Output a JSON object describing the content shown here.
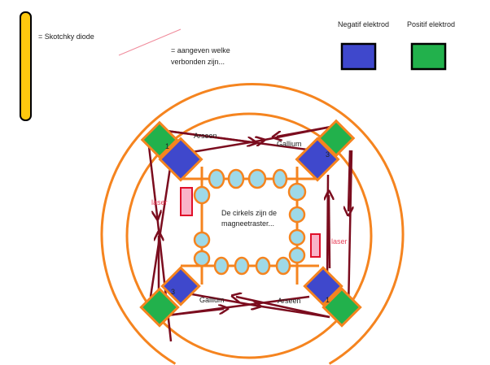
{
  "legend": {
    "diode_label": "= Skotchky diode",
    "connection_label_line1": "=  aangeven welke",
    "connection_label_line2": "verbonden zijn...",
    "negative_label": "Negatif elektrod",
    "positive_label": "Positif elektrod"
  },
  "diagram": {
    "top_wire_left": "Arseen",
    "top_wire_right": "Gallium",
    "bottom_wire_left": "Gallium",
    "bottom_wire_right": "Arseen",
    "electrode_tl": "1",
    "electrode_tr": "3",
    "electrode_bl": "3",
    "electrode_br": "1",
    "laser_left": "laser",
    "laser_right": "laser",
    "center_line1": "De cirkels zijn de",
    "center_line2": "magneetraster..."
  },
  "colors": {
    "negative": "#3f48cc",
    "positive": "#22b14c",
    "ring": "#f5841f",
    "wire": "#7b0c1e",
    "diode": "#ffc90e"
  }
}
